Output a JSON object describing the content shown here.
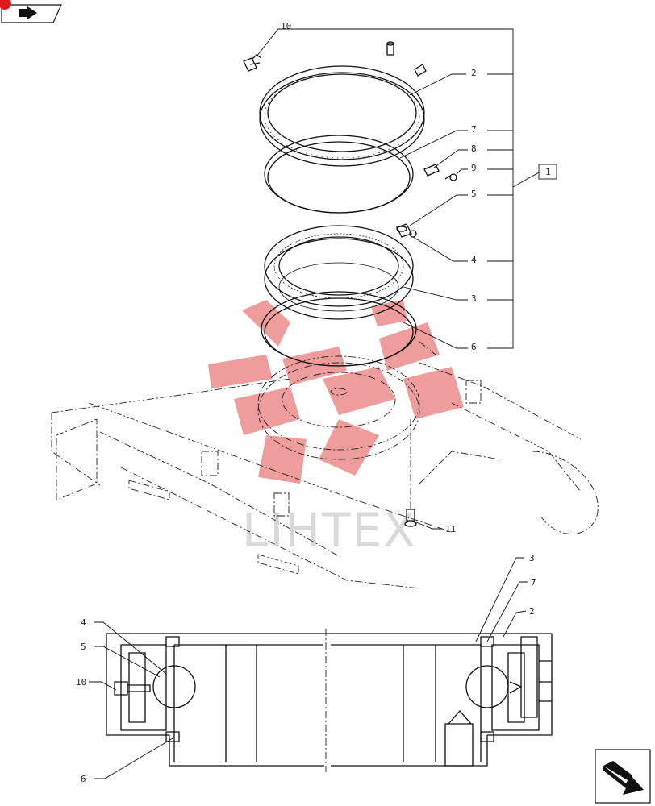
{
  "toolbar": {
    "back_button_icon": "back-arrow-icon",
    "badge_color": "#e01b1b"
  },
  "callouts": {
    "top": [
      "10",
      "2",
      "7",
      "8",
      "9",
      "5",
      "4",
      "3",
      "6",
      "1",
      "11"
    ],
    "section": [
      "3",
      "7",
      "2",
      "4",
      "5",
      "10",
      "6"
    ]
  },
  "watermark": {
    "text": "LIHTEX",
    "color": "#e24a4a"
  },
  "footer": {
    "nav_icon": "next-page-arrow-icon"
  }
}
